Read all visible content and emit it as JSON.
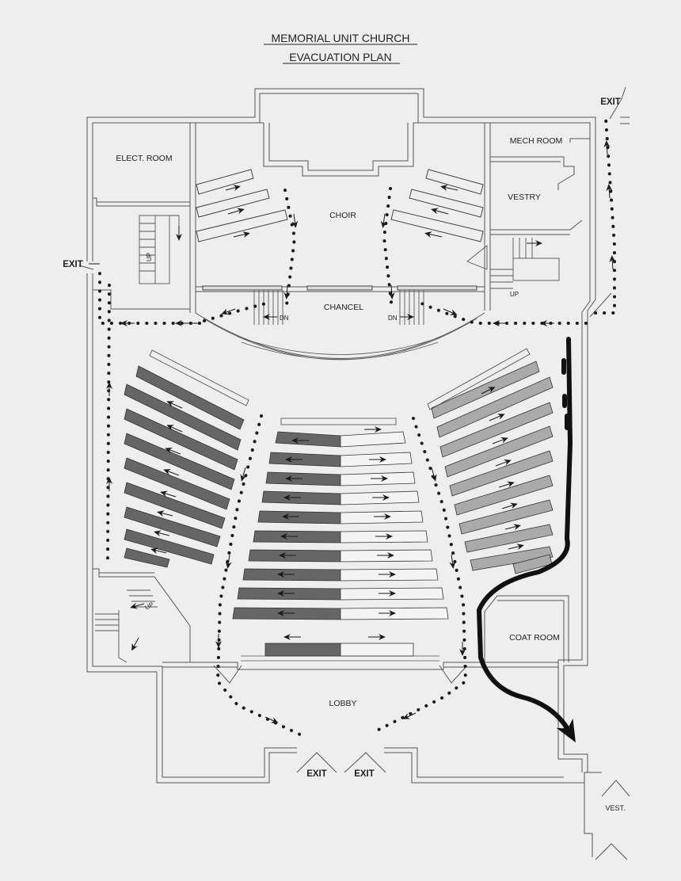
{
  "title": {
    "line1": "MEMORIAL UNIT CHURCH",
    "line2": "EVACUATION PLAN"
  },
  "rooms": {
    "elect_room": "ELECT. ROOM",
    "mech_room": "MECH ROOM",
    "vestry": "VESTRY",
    "choir": "CHOIR",
    "chancel": "CHANCEL",
    "coat_room": "COAT ROOM",
    "lobby": "LOBBY",
    "vest": "VEST."
  },
  "stairs": {
    "up_left": "UP",
    "up_right": "UP",
    "up_lower_left": "UP",
    "dn_left": "DN",
    "dn_right": "DN"
  },
  "exits": {
    "top_right": "EXIT",
    "left": "EXIT",
    "bottom_left": "EXIT",
    "bottom_right": "EXIT"
  },
  "colors": {
    "background": "#eeeeee",
    "wall": "#555555",
    "route_dots": "#1a1a1a",
    "pew_dark": "#666666",
    "pew_light": "#aaaaaa",
    "marker_route": "#111111"
  }
}
